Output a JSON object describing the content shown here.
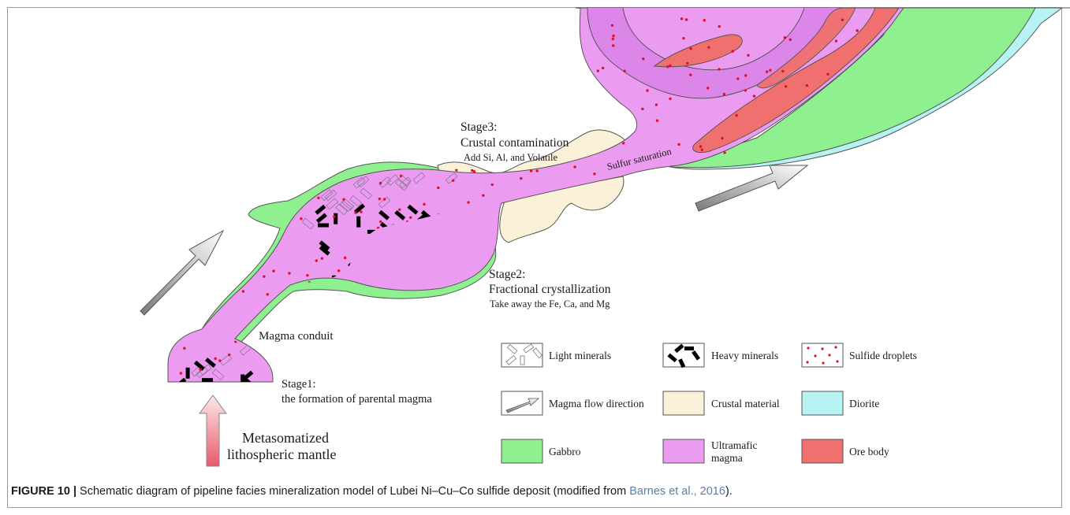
{
  "stage_labels": {
    "stage1_title": "Stage1:",
    "stage1_desc": "the formation of parental magma",
    "stage2_title": "Stage2:",
    "stage2_desc": "Fractional crystallization",
    "stage2_note": "Take away the Fe,  Ca,   and Mg",
    "stage3_title": "Stage3:",
    "stage3_desc": "Crustal contamination",
    "stage3_note": "Add  Si, Al, and Volatile"
  },
  "feature_labels": {
    "conduit": "Magma conduit",
    "sulfur": "Sulfur saturation",
    "mantle_line1": "Metasomatized",
    "mantle_line2": "lithospheric mantle"
  },
  "legend": {
    "light_minerals": "Light minerals",
    "heavy_minerals": "Heavy minerals",
    "sulfide_droplets": "Sulfide droplets",
    "flow_direction": "Magma flow direction",
    "crustal_material": "Crustal material",
    "diorite": "Diorite",
    "gabbro": "Gabbro",
    "ultramafic_line1": "Ultramafic",
    "ultramafic_line2": "magma",
    "ore_body": "Ore body"
  },
  "colors": {
    "ultramafic": "#ec9cf0",
    "gabbro": "#8ef08e",
    "crustal": "#fbf0d8",
    "diorite": "#b8f3f3",
    "ore": "#f07070",
    "droplet": "#e0102a"
  },
  "caption": {
    "label": "FIGURE 10 |",
    "text": " Schematic diagram of pipeline facies mineralization model of Lubei Ni–Cu–Co sulfide deposit (modified from ",
    "citation": "Barnes et al., 2016",
    "end": ")."
  }
}
